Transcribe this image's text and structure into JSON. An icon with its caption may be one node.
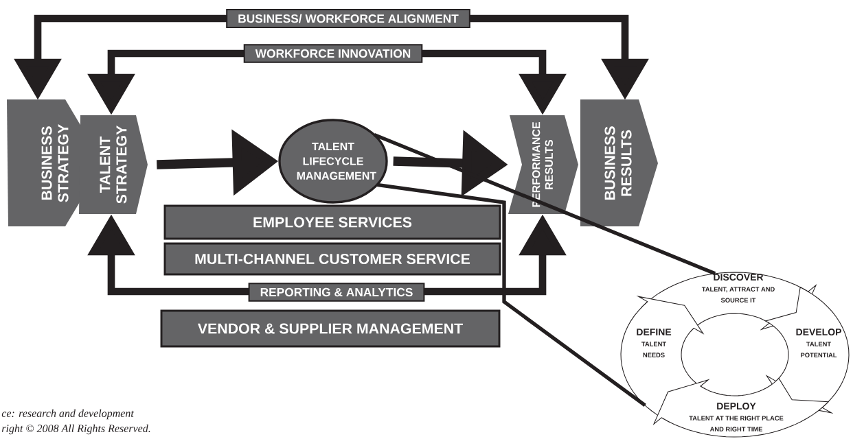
{
  "diagram": {
    "nodes": [
      {
        "text": [
          "BUSINESS STRATEGY"
        ]
      },
      {
        "text": [
          "TALENT STRATEGY"
        ]
      },
      {
        "text": [
          "TALENT LIFECYCLE MANAGEMENT"
        ]
      },
      {
        "text": [
          "PERFORMANCE RESULTS"
        ]
      },
      {
        "text": [
          "BUSINESS RESULTS"
        ]
      },
      {
        "text": [
          "EMPLOYEE SERVICES"
        ]
      },
      {
        "text": [
          "MULTI-CHANNEL CUSTOMER SERVICE"
        ]
      },
      {
        "text": [
          "VENDOR & SUPPLIER MANAGEMENT"
        ]
      },
      {
        "text": [
          "DISCOVER",
          "TALENT, ATTRACT AND SOURCE IT"
        ]
      },
      {
        "text": [
          "DEFINE",
          "TALENT NEEDS"
        ]
      },
      {
        "text": [
          "DEVELOP",
          "TALENT POTENTIAL"
        ]
      },
      {
        "text": [
          "DEPLOY",
          "TALENT AT THE RIGHT PLACE AND RIGHT TIME"
        ]
      }
    ],
    "edges": [
      {
        "from": 0,
        "to": 4,
        "arrow": "both",
        "label": "BUSINESS/ WORKFORCE ALIGNMENT"
      },
      {
        "from": 1,
        "to": 3,
        "arrow": "both",
        "label": "WORKFORCE INNOVATION"
      },
      {
        "from": 1,
        "to": 2,
        "arrow": "to"
      },
      {
        "from": 2,
        "to": 3,
        "arrow": "to"
      },
      {
        "from": 1,
        "to": 3,
        "arrow": "both",
        "label": "REPORTING & ANALYTICS"
      },
      {
        "from": 2,
        "to": 8,
        "arrow": "none"
      },
      {
        "from": 2,
        "to": 9,
        "arrow": "none"
      }
    ],
    "labels": [
      "ce: research and development",
      "right © 2008 All Rights Reserved."
    ]
  }
}
